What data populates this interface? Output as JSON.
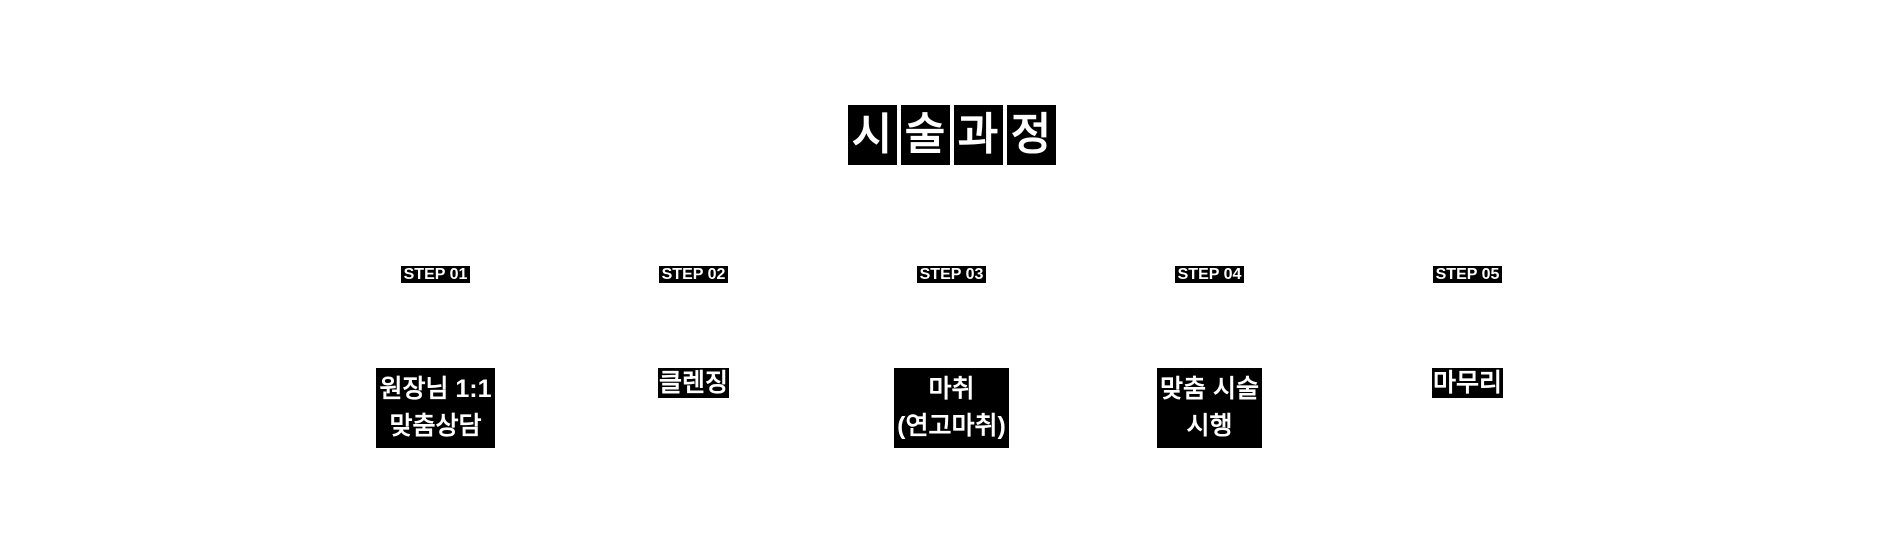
{
  "colors": {
    "background": "#ffffff",
    "block": "#000000",
    "text_on_block": "#ffffff"
  },
  "title": {
    "text": "시술과정",
    "chars": [
      "시",
      "술",
      "과",
      "정"
    ]
  },
  "steps": [
    {
      "label": "STEP 01",
      "description": "원장님 1:1\n맞춤상담"
    },
    {
      "label": "STEP 02",
      "description": "클렌징"
    },
    {
      "label": "STEP 03",
      "description": "마취\n(연고마취)"
    },
    {
      "label": "STEP 04",
      "description": "맞춤 시술\n시행"
    },
    {
      "label": "STEP 05",
      "description": "마무리"
    }
  ]
}
